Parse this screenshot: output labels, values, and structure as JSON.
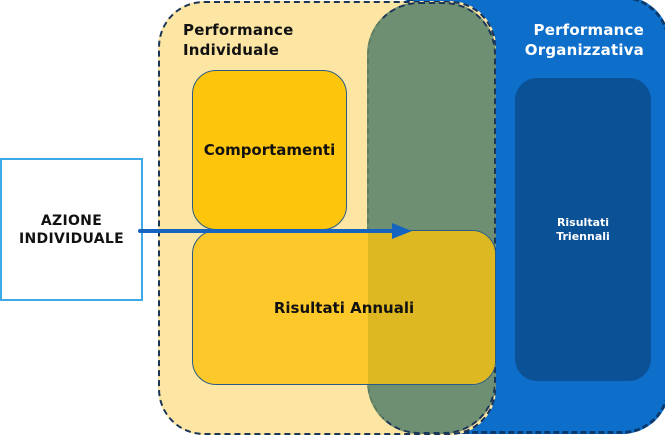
{
  "diagram": {
    "regions": {
      "individual": {
        "title_line1": "Performance",
        "title_line2": "Individuale",
        "color": "#FDE6A4"
      },
      "organizational": {
        "title_line1": "Performance",
        "title_line2": "Organizzativa",
        "color": "#0E6FCB"
      },
      "overlap": {
        "color": "#6E8F72"
      }
    },
    "boxes": {
      "action": {
        "line1": "AZIONE",
        "line2": "INDIVIDUALE"
      },
      "behaviors": {
        "label": "Comportamenti",
        "color": "#FDC50C"
      },
      "annual_results": {
        "label": "Risultati Annuali",
        "color": "#FDC92A"
      },
      "triennial_results": {
        "line1": "Risultati",
        "line2": "Triennali",
        "color": "#0B5196"
      }
    },
    "arrow": {
      "from": "AZIONE INDIVIDUALE",
      "to": "Risultati Annuali",
      "color": "#1565C0"
    }
  }
}
